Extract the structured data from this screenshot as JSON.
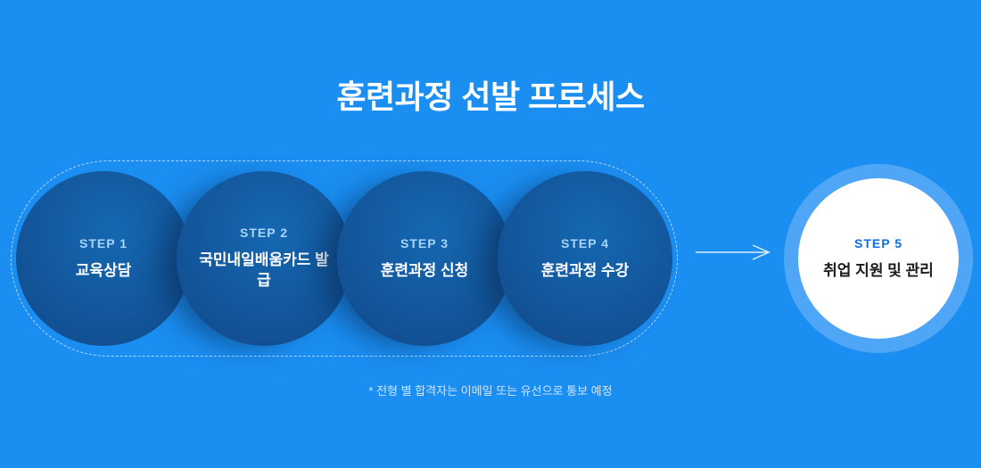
{
  "page": {
    "title": "훈련과정 선발 프로세스",
    "footnote": "* 전형 별 합격자는 이메일 또는 유선으로 통보 예정"
  },
  "steps": [
    {
      "label": "STEP 1",
      "text": "교육상담"
    },
    {
      "label": "STEP 2",
      "text": "국민내일배움카드 발급"
    },
    {
      "label": "STEP 3",
      "text": "훈련과정 신청"
    },
    {
      "label": "STEP 4",
      "text": "훈련과정 수강"
    },
    {
      "label": "STEP 5",
      "text": "취업 지원 및 관리"
    }
  ],
  "icons": {
    "arrow": "right-arrow"
  },
  "colors": {
    "background": "#1b8ef2",
    "dark_circle": "#124f92",
    "final_ring": "#4fa6f6",
    "final_fill": "#ffffff",
    "step_label_light": "#a9d4ff",
    "step5_label": "#0c6fe8",
    "footnote_text": "#cfe6fb"
  }
}
